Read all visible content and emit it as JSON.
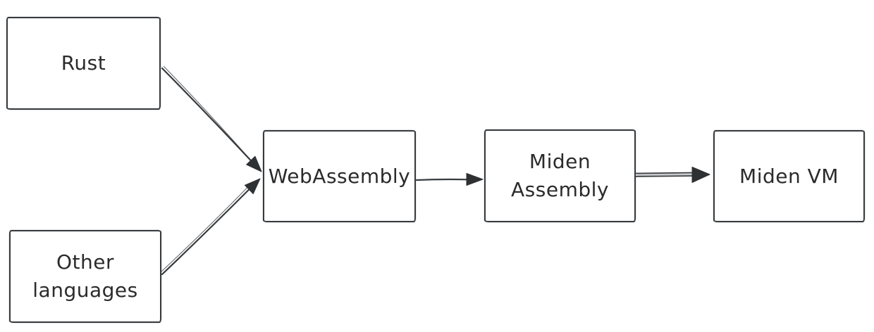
{
  "diagram": {
    "type": "flowchart",
    "style": "hand-drawn",
    "nodes": [
      {
        "id": "rust",
        "label": "Rust",
        "lines": [
          "Rust"
        ]
      },
      {
        "id": "other-languages",
        "label": "Other languages",
        "lines": [
          "Other",
          "languages"
        ]
      },
      {
        "id": "webassembly",
        "label": "WebAssembly",
        "lines": [
          "WebAssembly"
        ]
      },
      {
        "id": "miden-assembly",
        "label": "Miden Assembly",
        "lines": [
          "Miden",
          "Assembly"
        ]
      },
      {
        "id": "miden-vm",
        "label": "Miden VM",
        "lines": [
          "Miden VM"
        ]
      }
    ],
    "edges": [
      {
        "from": "rust",
        "to": "webassembly",
        "arrow": "triangle"
      },
      {
        "from": "other-languages",
        "to": "webassembly",
        "arrow": "triangle"
      },
      {
        "from": "webassembly",
        "to": "miden-assembly",
        "arrow": "triangle"
      },
      {
        "from": "miden-assembly",
        "to": "miden-vm",
        "arrow": "triangle"
      }
    ],
    "colors": {
      "stroke": "#373b3e",
      "text": "#2b2b2b",
      "background": "#ffffff"
    }
  }
}
